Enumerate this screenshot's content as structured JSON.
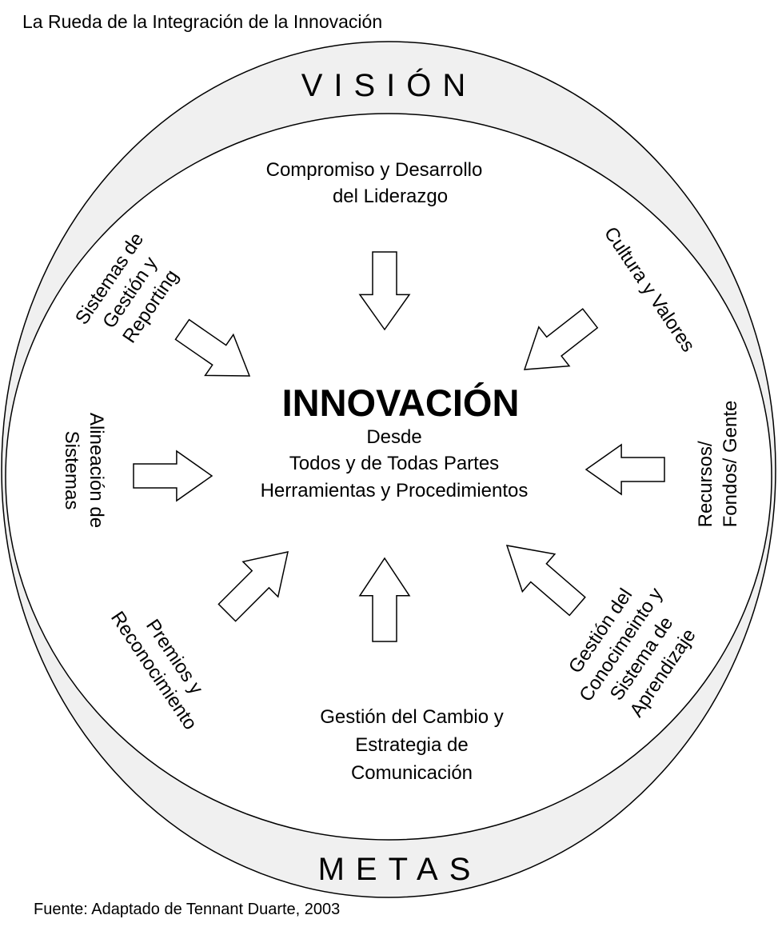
{
  "title": "La Rueda de la Integración de la Innovación",
  "outer_ring": {
    "top_label": "VISIÓN",
    "bottom_label": "METAS",
    "fill": "#f0f0f0"
  },
  "center": {
    "heading": "INNOVACIÓN",
    "lines": [
      "Desde",
      "Todos y de Todas Partes",
      "Herramientas y Procedimientos"
    ]
  },
  "factors": {
    "top": [
      "Compromiso y Desarrollo",
      "del Liderazgo"
    ],
    "top_right": [
      "Cultura y Valores"
    ],
    "right": [
      "Recursos/",
      "Fondos/ Gente"
    ],
    "bottom_right": [
      "Gestión del",
      "Conocimeinto y",
      "Sistema de",
      "Aprendizaje"
    ],
    "bottom": [
      "Gestión del Cambio y",
      "Estrategia de",
      "Comunicación"
    ],
    "bottom_left": [
      "Premios y",
      "Reconocimiento"
    ],
    "left": [
      "Alineación de",
      "Sistemas"
    ],
    "top_left": [
      "Sistemas de",
      "Gestión y",
      "Reporting"
    ]
  },
  "source": "Fuente: Adaptado de Tennant Duarte, 2003"
}
